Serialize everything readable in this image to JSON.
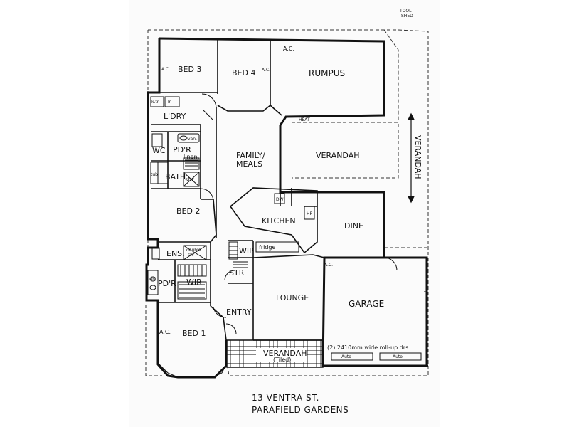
{
  "plan": {
    "address_line1": "13 VENTRA ST.",
    "address_line2": "PARAFIELD GARDENS",
    "tool_shed": [
      "TOOL",
      "SHED"
    ]
  },
  "rooms": {
    "bed3": "BED 3",
    "bed4": "BED 4",
    "rumpus": "RUMPUS",
    "laundry": "L'DRY",
    "wc": "WC",
    "powder1": "PD'R",
    "bath": "BATH",
    "family_line1": "FAMILY/",
    "family_line2": "MEALS",
    "verandah_side": "VERANDAH",
    "verandah_vertical": "VERANDAH",
    "bed2": "BED 2",
    "kitchen": "KITCHEN",
    "dine": "DINE",
    "ensuite": "ENS.",
    "wip": "WIP",
    "store": "STR",
    "powder2": "PD'R",
    "wir": "WIR",
    "lounge": "LOUNGE",
    "garage": "GARAGE",
    "entry": "ENTRY",
    "bed1": "BED 1",
    "verandah_front": "VERANDAH",
    "verandah_front_note": "(Tiled)"
  },
  "annotations": {
    "ac_bed3": "A.C.",
    "ac_bed4": "A.C.",
    "ac_rumpus": "A.C.",
    "ac_dine": "A.C.",
    "ac_bed1": "A.C.",
    "heat": "HEAT",
    "van1": "van.",
    "linen": "linen",
    "tub": "tub",
    "shr1": "shr.",
    "double_shr_line1": "double",
    "double_shr_line2": "shr",
    "van2": "van",
    "dw": "DW",
    "fridge": "fridge",
    "hp": "HP",
    "lr": "lr",
    "k_tr": "k.tr",
    "roller_doors": "(2) 2410mm wide roll-up drs",
    "auto1": "Auto",
    "auto2": "Auto"
  }
}
